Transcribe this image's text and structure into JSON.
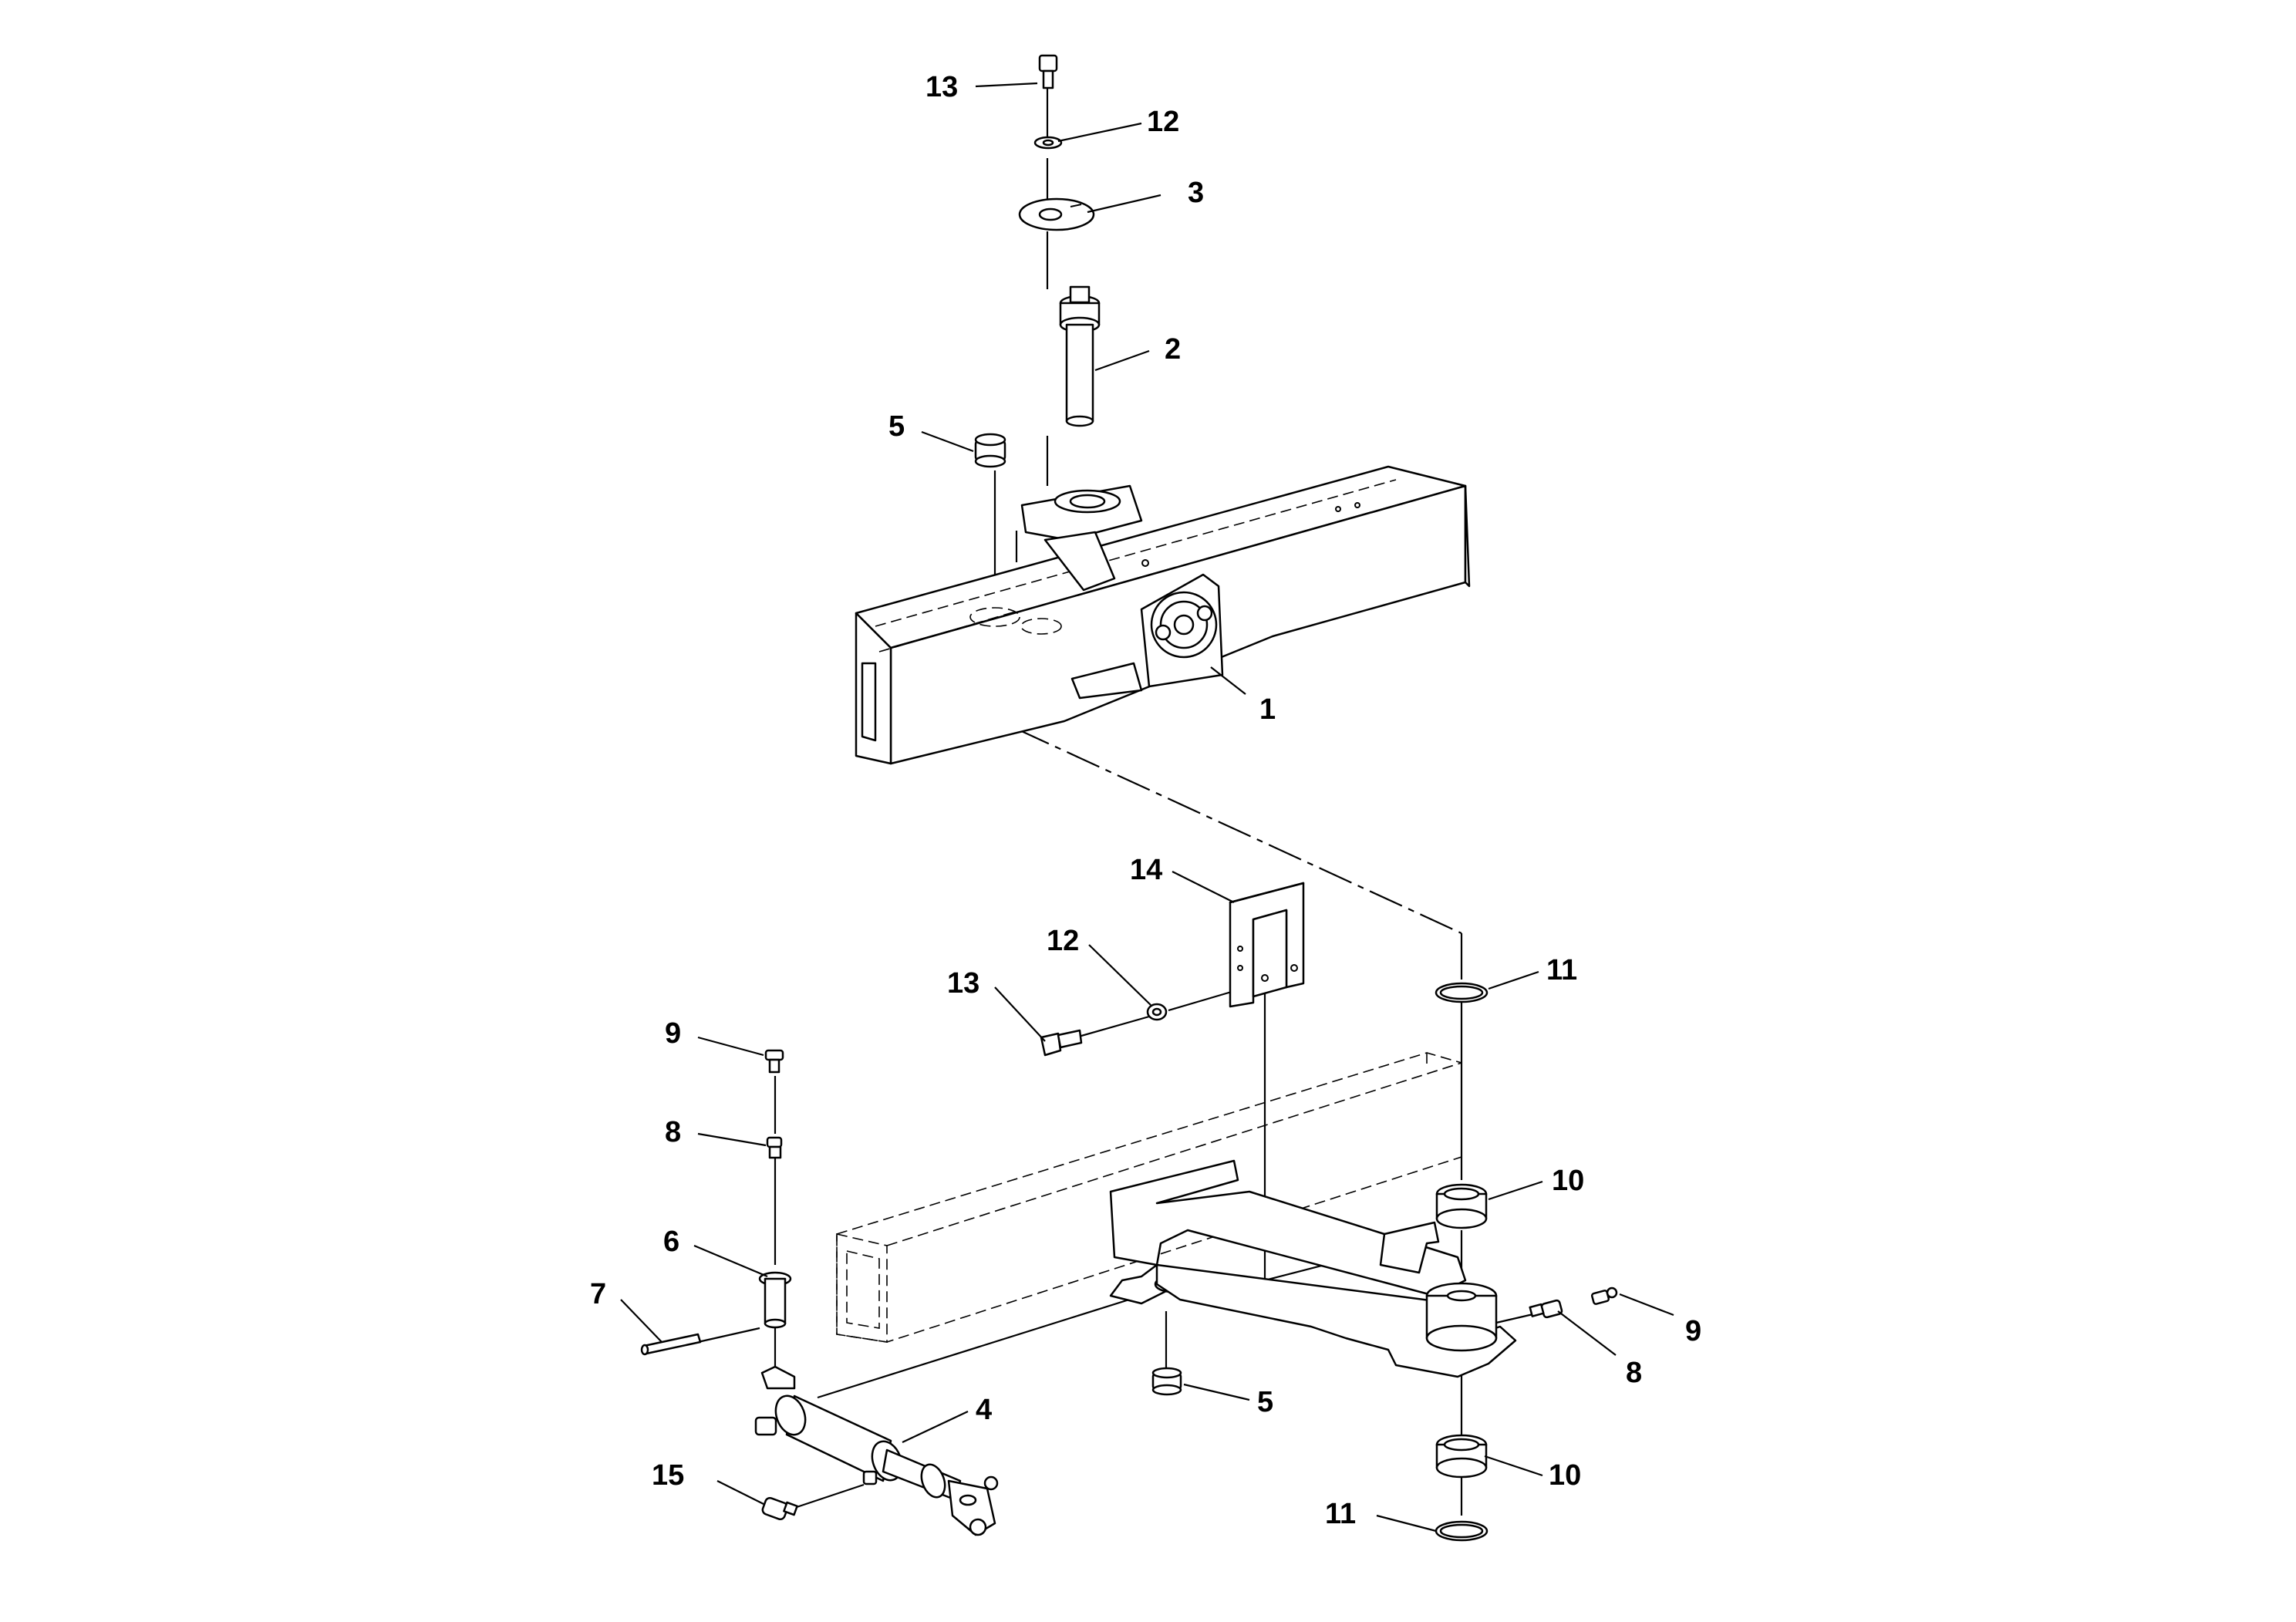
{
  "figure": {
    "type": "exploded-parts-diagram",
    "line_color": "#000000",
    "background_color": "#ffffff"
  },
  "callouts": [
    {
      "id": "c13a",
      "label": "13"
    },
    {
      "id": "c12a",
      "label": "12"
    },
    {
      "id": "c3",
      "label": "3"
    },
    {
      "id": "c2",
      "label": "2"
    },
    {
      "id": "c5a",
      "label": "5"
    },
    {
      "id": "c1",
      "label": "1"
    },
    {
      "id": "c14",
      "label": "14"
    },
    {
      "id": "c12b",
      "label": "12"
    },
    {
      "id": "c13b",
      "label": "13"
    },
    {
      "id": "c11a",
      "label": "11"
    },
    {
      "id": "c9a",
      "label": "9"
    },
    {
      "id": "c8a",
      "label": "8"
    },
    {
      "id": "c10a",
      "label": "10"
    },
    {
      "id": "c6",
      "label": "6"
    },
    {
      "id": "c7",
      "label": "7"
    },
    {
      "id": "c9b",
      "label": "9"
    },
    {
      "id": "c8b",
      "label": "8"
    },
    {
      "id": "c4",
      "label": "4"
    },
    {
      "id": "c5b",
      "label": "5"
    },
    {
      "id": "c15",
      "label": "15"
    },
    {
      "id": "c10b",
      "label": "10"
    },
    {
      "id": "c11b",
      "label": "11"
    }
  ]
}
